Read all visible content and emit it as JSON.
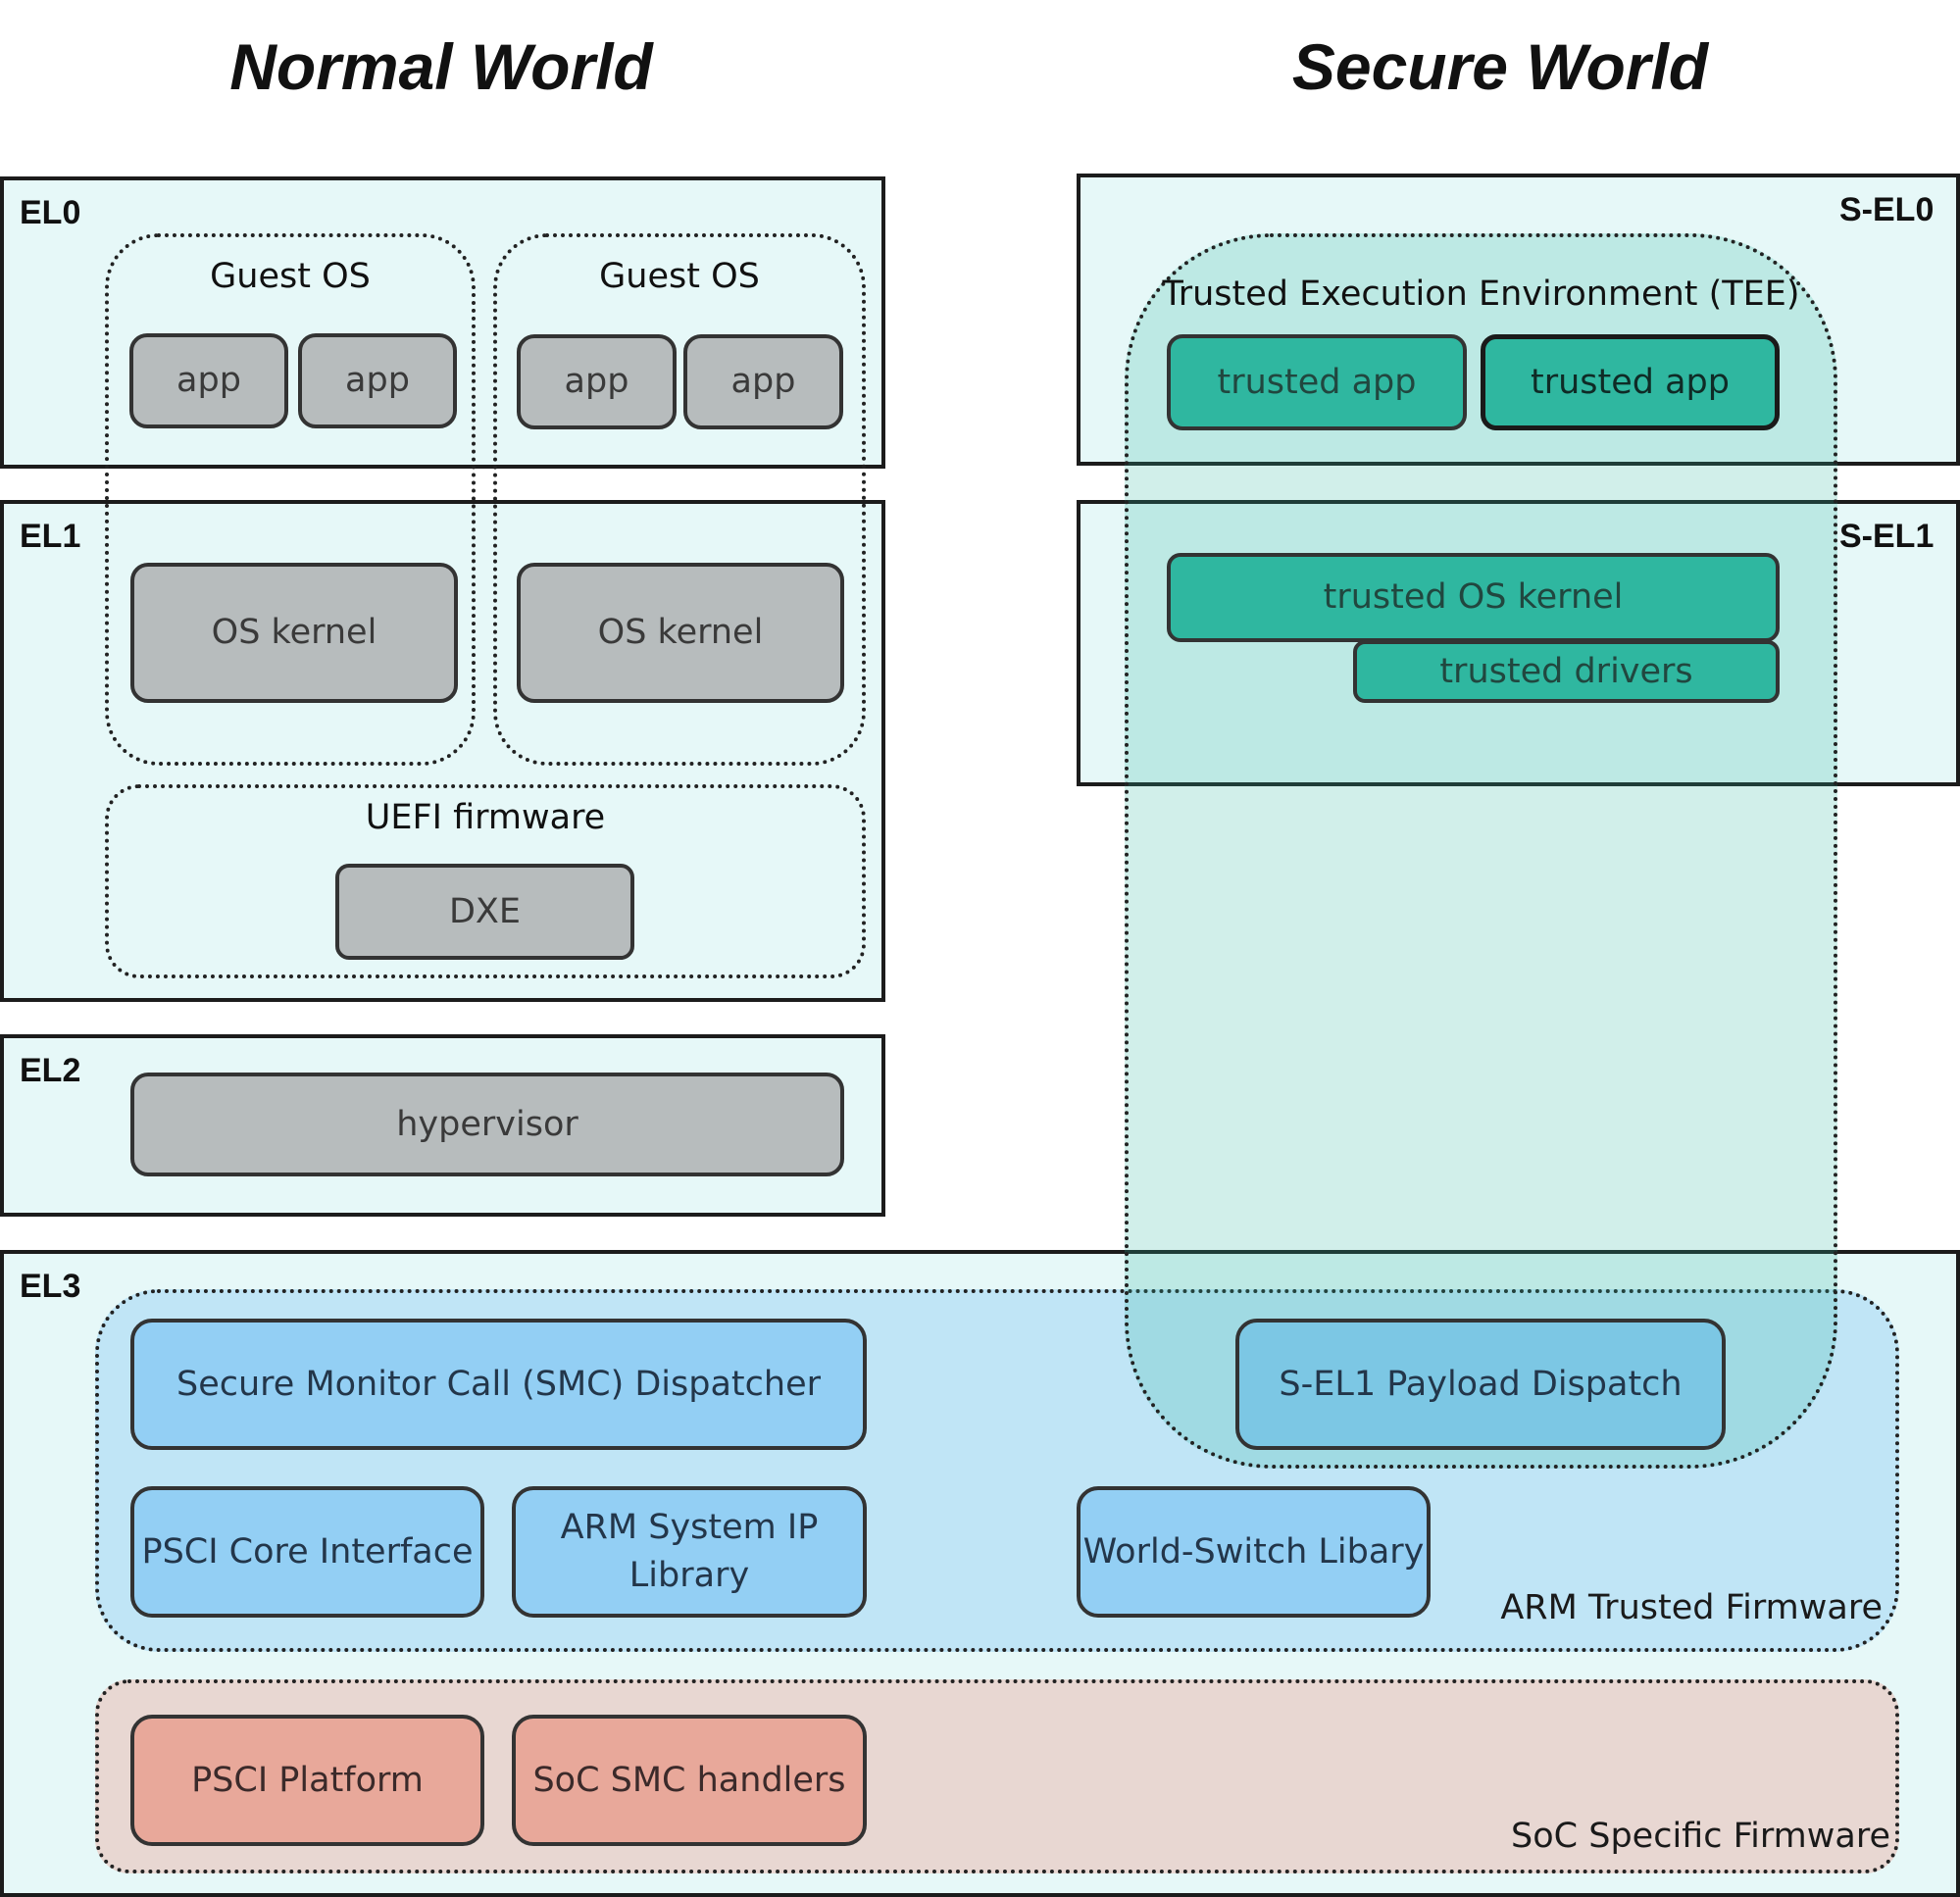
{
  "titles": {
    "normal_world": "Normal World",
    "secure_world": "Secure World"
  },
  "levels": {
    "el0": "EL0",
    "el1": "EL1",
    "el2": "EL2",
    "el3": "EL3",
    "sel0": "S-EL0",
    "sel1": "S-EL1"
  },
  "normal": {
    "guest_os_1": {
      "label": "Guest OS",
      "apps": [
        "app",
        "app"
      ],
      "kernel": "OS kernel"
    },
    "guest_os_2": {
      "label": "Guest OS",
      "apps": [
        "app",
        "app"
      ],
      "kernel": "OS kernel"
    },
    "uefi": {
      "label": "UEFI firmware",
      "dxe": "DXE"
    },
    "hypervisor": "hypervisor"
  },
  "secure": {
    "tee_label": "Trusted Execution Environment (TEE)",
    "trusted_apps": [
      "trusted app",
      "trusted app"
    ],
    "trusted_os_kernel": "trusted OS kernel",
    "trusted_drivers": "trusted drivers"
  },
  "el3": {
    "atf": {
      "label": "ARM Trusted Firmware",
      "smc_dispatcher": "Secure Monitor Call (SMC) Dispatcher",
      "sel1_payload_dispatch": "S-EL1 Payload Dispatch",
      "psci_core": "PSCI Core Interface",
      "arm_system_ip_line1": "ARM System IP",
      "arm_system_ip_line2": "Library",
      "world_switch": "World-Switch Libary"
    },
    "soc": {
      "label": "SoC Specific Firmware",
      "psci_platform": "PSCI Platform",
      "soc_smc_handlers": "SoC SMC handlers"
    }
  }
}
